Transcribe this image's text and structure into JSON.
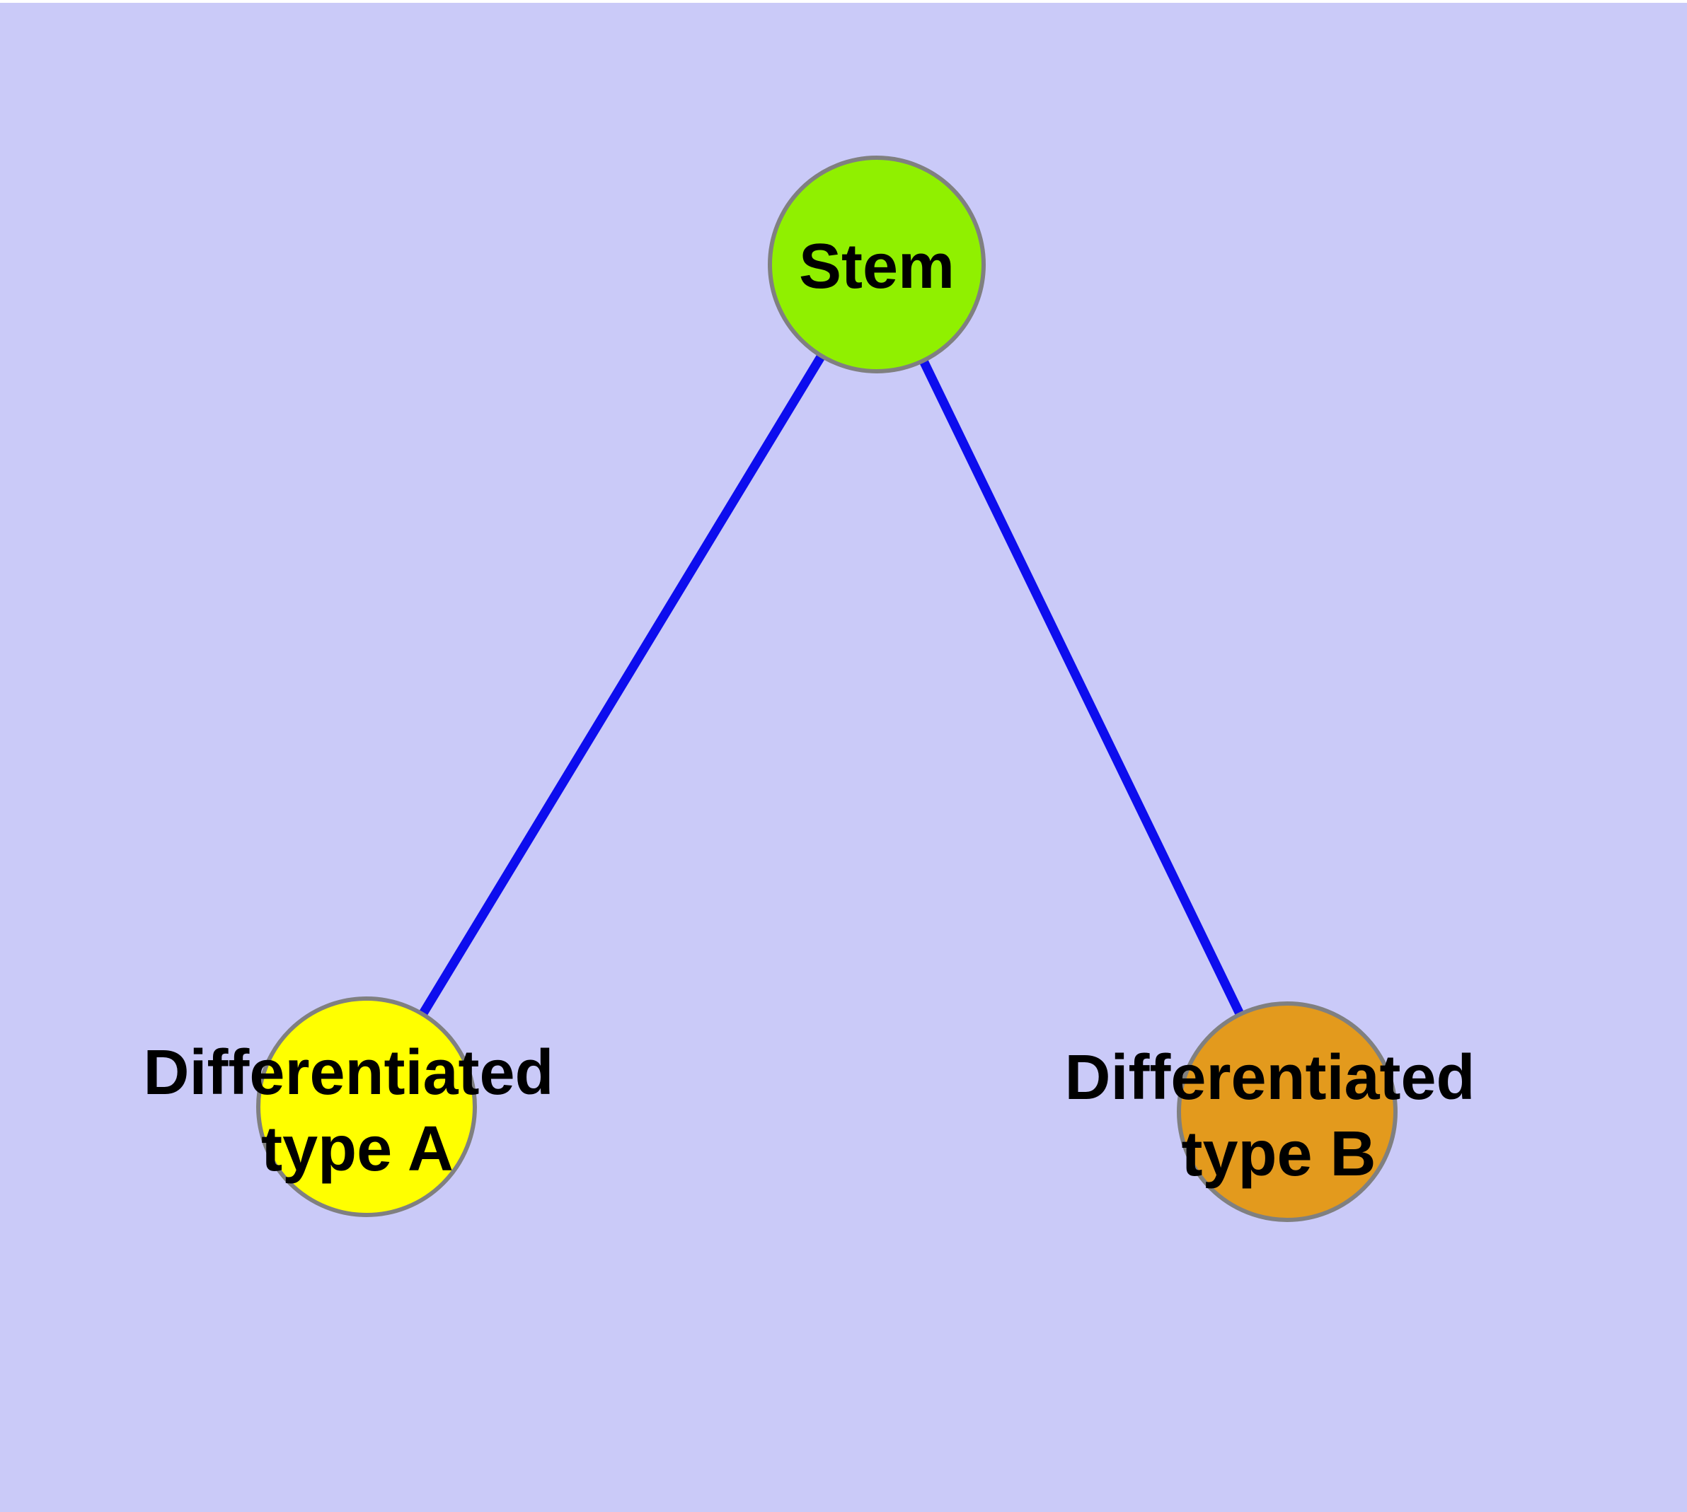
{
  "diagram": {
    "background_color": "#CACAF8",
    "top_strip_color": "#FFFFFF",
    "edge_color": "#0D0DEE",
    "node_border_color": "#808080",
    "nodes": {
      "stem": {
        "label": "Stem",
        "fill": "#90F000"
      },
      "type_a": {
        "label_line1": "Differentiated",
        "label_line2": "type A",
        "fill": "#FFFF00"
      },
      "type_b": {
        "label_line1": "Differentiated",
        "label_line2": "type B",
        "fill": "#E39A1D"
      }
    },
    "edges": [
      {
        "name": "stem-to-type-a"
      },
      {
        "name": "stem-to-type-b"
      }
    ]
  }
}
